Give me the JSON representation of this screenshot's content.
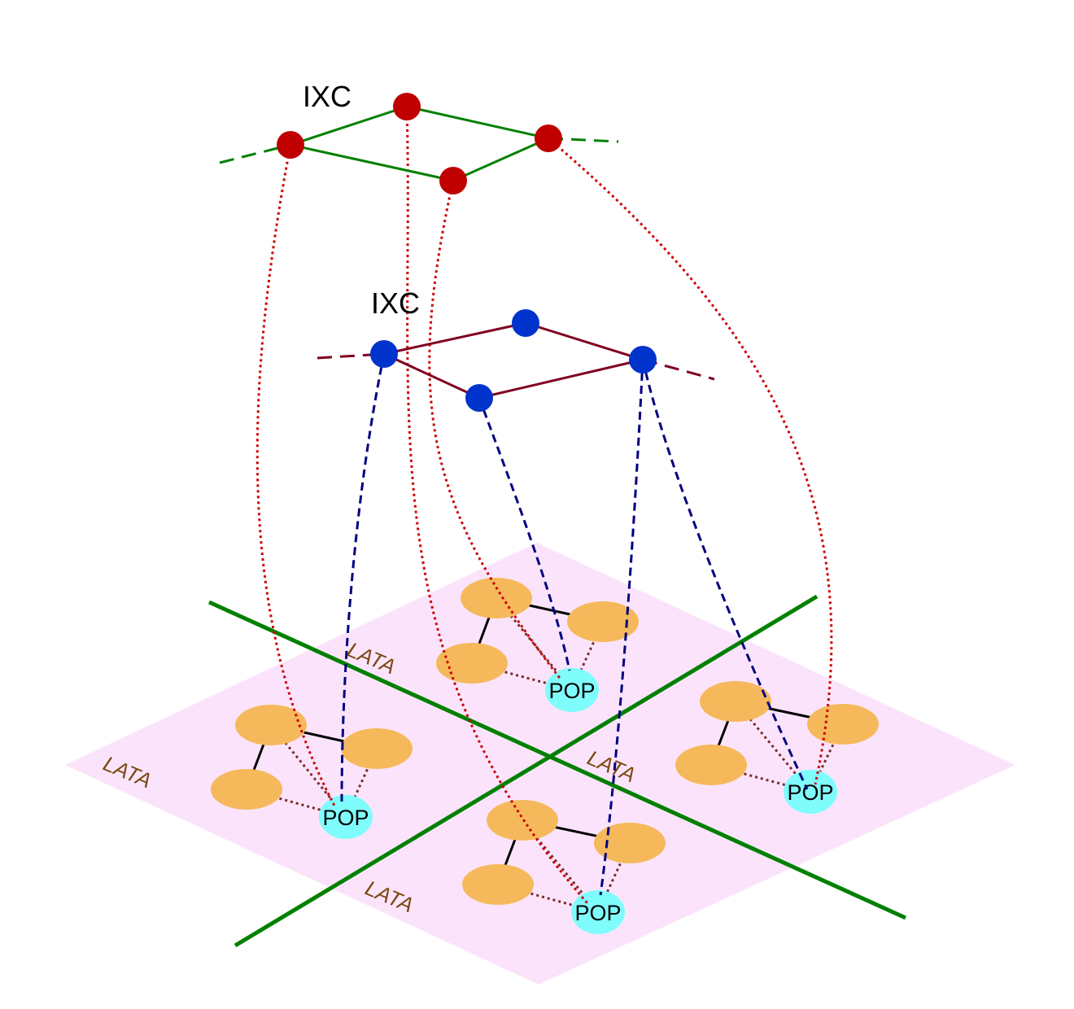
{
  "labels": {
    "ixc_top": "IXC",
    "ixc_mid": "IXC",
    "lata": [
      "LATA",
      "LATA",
      "LATA",
      "LATA"
    ],
    "pop": [
      "POP",
      "POP",
      "POP",
      "POP"
    ]
  },
  "colors": {
    "ground_plane": "#fbe4fb",
    "boundary_lines": "#008000",
    "ixc_top_nodes": "#c00000",
    "ixc_top_links": "#008000",
    "ixc_mid_nodes": "#0033cc",
    "ixc_mid_links": "#800020",
    "top_to_pop_links": "#cc0000",
    "mid_to_pop_links": "#000080",
    "local_offices": "#f5b95c",
    "pop_nodes": "#7ffcfc",
    "lata_text": "#7a4a10",
    "local_solid_links": "#000000",
    "local_dotted_links": "#7a2a2a"
  },
  "icons": {
    "node_shape": "circle",
    "office_shape": "ellipse"
  }
}
